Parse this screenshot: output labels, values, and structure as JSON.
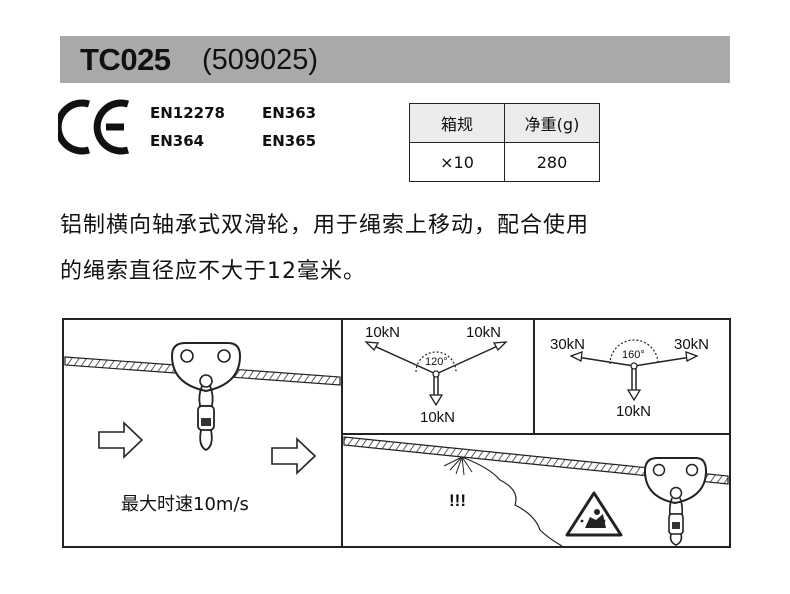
{
  "title": {
    "code": "TC025",
    "sub": "(509025)"
  },
  "certification": {
    "mark": "CE",
    "standards": [
      "EN12278",
      "EN363",
      "EN364",
      "EN365"
    ]
  },
  "spec_table": {
    "headers": [
      "箱规",
      "净重(g)"
    ],
    "rows": [
      [
        "×10",
        "280"
      ]
    ]
  },
  "description": [
    "铝制横向轴承式双滑轮，用于绳索上移动，配合使用",
    "的绳索直径应不大于12毫米。"
  ],
  "diagram_120": {
    "left_force": "10kN",
    "right_force": "10kN",
    "down_force": "10kN",
    "angle": "120°"
  },
  "diagram_160": {
    "left_force": "30kN",
    "right_force": "30kN",
    "down_force": "10kN",
    "angle": "160°"
  },
  "speed_label": "最大时速10m/s",
  "warning_label": "!!!"
}
